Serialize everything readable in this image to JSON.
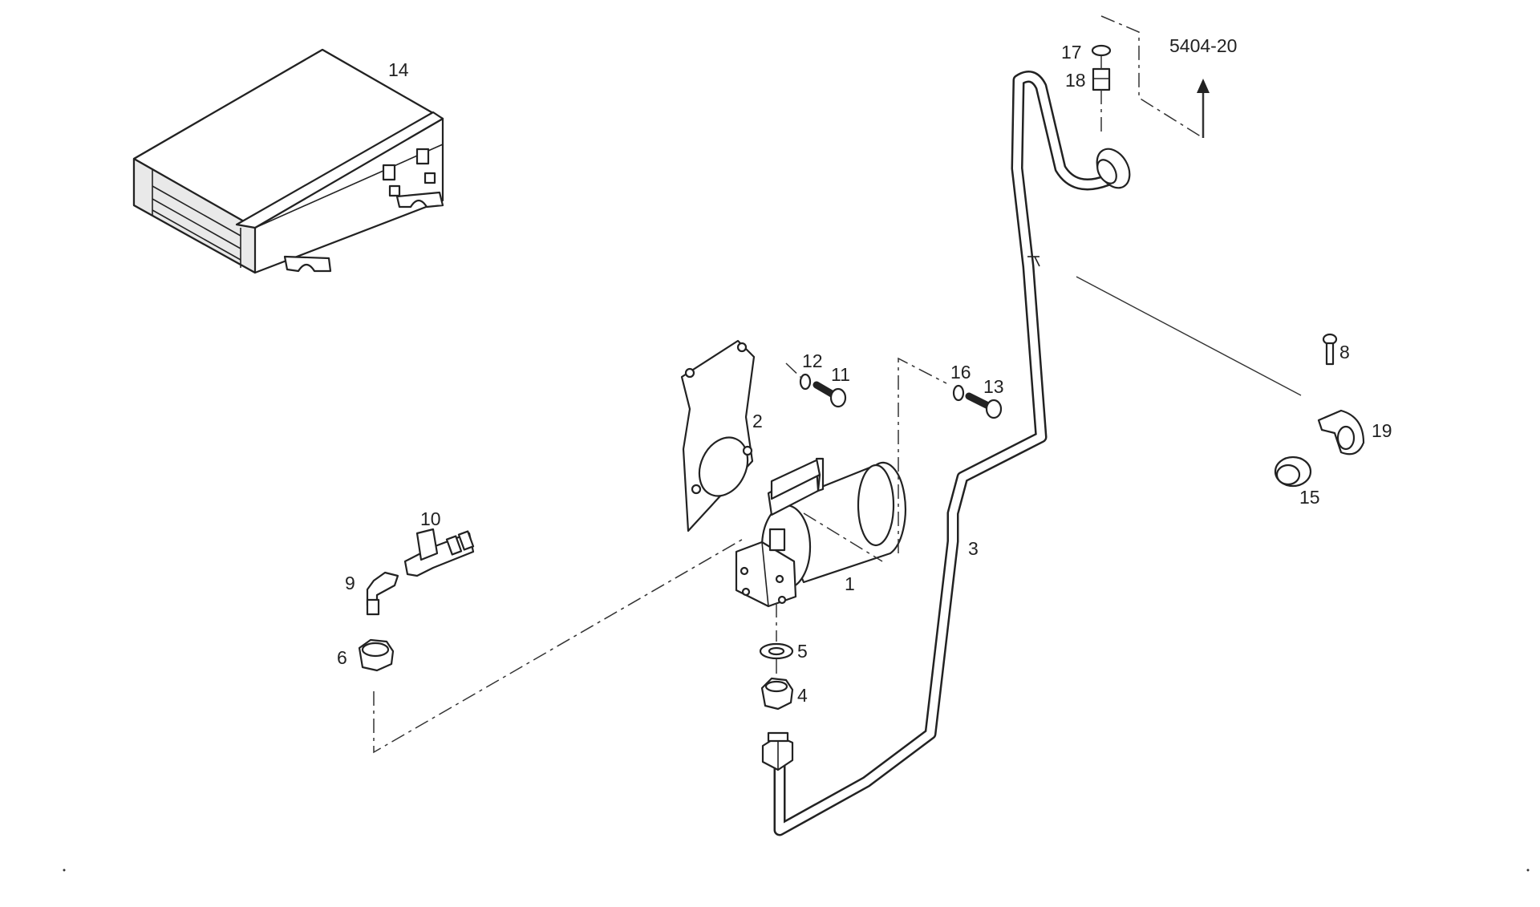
{
  "callouts": [
    {
      "id": "1",
      "text": "1"
    },
    {
      "id": "2",
      "text": "2"
    },
    {
      "id": "3",
      "text": "3"
    },
    {
      "id": "4",
      "text": "4"
    },
    {
      "id": "5",
      "text": "5"
    },
    {
      "id": "6",
      "text": "6"
    },
    {
      "id": "8",
      "text": "8"
    },
    {
      "id": "9",
      "text": "9"
    },
    {
      "id": "10",
      "text": "10"
    },
    {
      "id": "11",
      "text": "11"
    },
    {
      "id": "12",
      "text": "12"
    },
    {
      "id": "13",
      "text": "13"
    },
    {
      "id": "14",
      "text": "14"
    },
    {
      "id": "15",
      "text": "15"
    },
    {
      "id": "16",
      "text": "16"
    },
    {
      "id": "17",
      "text": "17"
    },
    {
      "id": "18",
      "text": "18"
    },
    {
      "id": "19",
      "text": "19"
    }
  ],
  "reference": {
    "text": "5404-20"
  }
}
